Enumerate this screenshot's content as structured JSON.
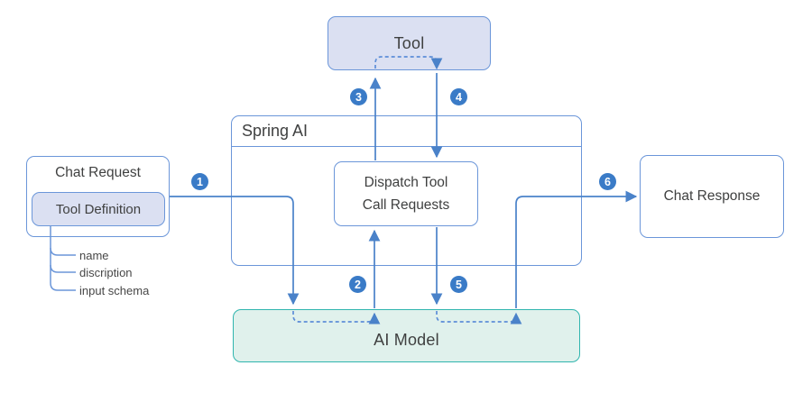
{
  "diagram": {
    "nodes": {
      "tool": {
        "label": "Tool"
      },
      "spring_ai": {
        "label": "Spring AI"
      },
      "dispatch": {
        "line1": "Dispatch Tool",
        "line2": "Call Requests"
      },
      "chat_request": {
        "label": "Chat Request"
      },
      "tool_definition": {
        "label": "Tool Definition"
      },
      "chat_response": {
        "label": "Chat Response"
      },
      "ai_model": {
        "label": "AI Model"
      }
    },
    "tool_definition_fields": [
      "name",
      "discription",
      "input schema"
    ],
    "step_badges": [
      "1",
      "2",
      "3",
      "4",
      "5",
      "6"
    ],
    "colors": {
      "line_blue": "#4a82c9",
      "dashed_blue": "#5d8ed8",
      "border_blue": "#6b96d9",
      "badge_blue": "#3a7bc7",
      "node_fill_purple": "#dbe0f2",
      "ai_model_fill": "#e0f1ec",
      "ai_model_border": "#30b5ae",
      "text": "#3f4040"
    }
  }
}
